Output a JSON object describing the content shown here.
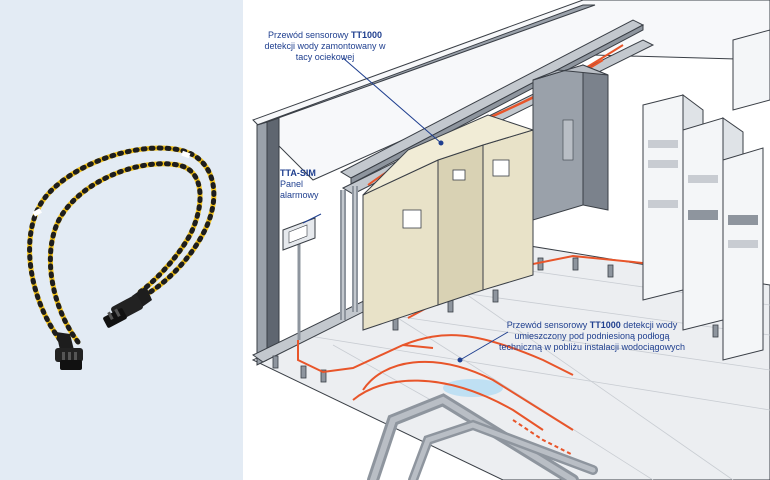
{
  "colors": {
    "left_bg": "#e3ebf4",
    "cable_yellow": "#f2c21a",
    "cable_black": "#1d1d1d",
    "sensor_orange": "#e8552a",
    "callout_blue": "#1f3f8f",
    "cabinet_beige": "#e8e2c8",
    "rack_white": "#f4f6f8",
    "outline": "#3a3f46",
    "floor_grey": "#d9dde2",
    "water_blue": "#bfe0f3"
  },
  "icons": [
    "sensor-cable-product",
    "connector-icon",
    "alarm-panel-icon",
    "water-puddle-icon"
  ],
  "callouts": {
    "top": {
      "text_before": "Przewód sensorowy ",
      "product": "TT1000",
      "text_after": " detekcji wody zamontowany w tacy ociekowej"
    },
    "panel": {
      "title": "TTA-SIM",
      "subtitle": "Panel alarmowy"
    },
    "bottom": {
      "text_before": "Przewód sensorowy ",
      "product": "TT1000",
      "text_after": " detekcji wody umieszczony pod podniesioną podłogą techniczną w pobliżu instalacji wodociągowych"
    }
  }
}
